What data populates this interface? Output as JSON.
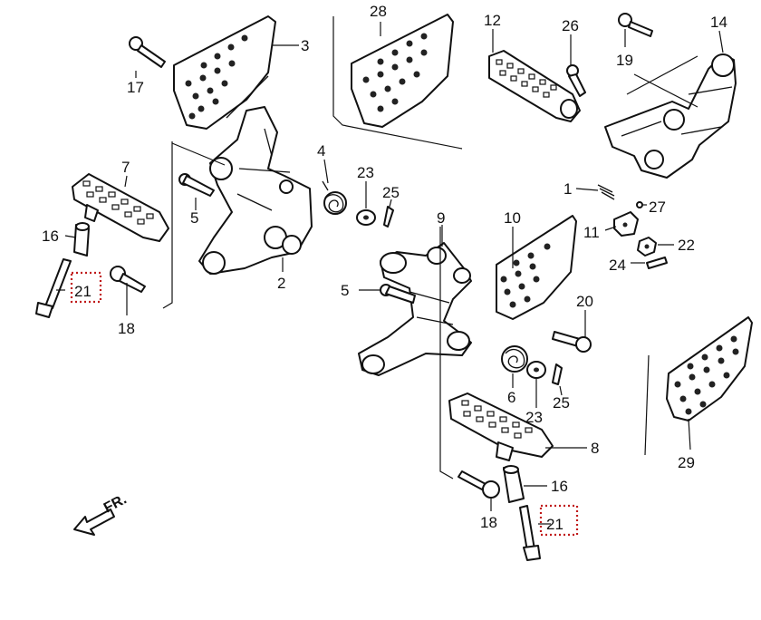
{
  "labels": {
    "n1": "1",
    "n2": "2",
    "n3": "3",
    "n4": "4",
    "n5a": "5",
    "n5b": "5",
    "n6": "6",
    "n7": "7",
    "n8": "8",
    "n9": "9",
    "n10": "10",
    "n11": "11",
    "n12": "12",
    "n14": "14",
    "n16a": "16",
    "n16b": "16",
    "n17": "17",
    "n18a": "18",
    "n18b": "18",
    "n19": "19",
    "n20": "20",
    "n21a": "21",
    "n21b": "21",
    "n22": "22",
    "n23a": "23",
    "n23b": "23",
    "n24": "24",
    "n25a": "25",
    "n25b": "25",
    "n26": "26",
    "n27": "27",
    "n28": "28",
    "n29": "29"
  },
  "direction": "FR.",
  "colors": {
    "line": "#111111",
    "highlight": "#c01818",
    "background": "#ffffff"
  }
}
